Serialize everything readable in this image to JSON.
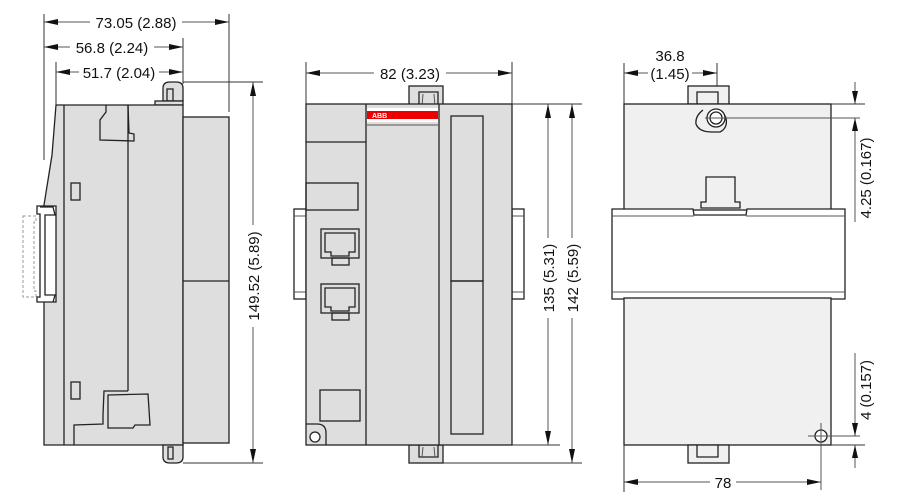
{
  "drawing": {
    "brand": "ABB",
    "colors": {
      "body": "#dedede",
      "face": "#f0f0f0",
      "brand_bar": "#ee0000",
      "line": "#222222"
    },
    "side_view": {
      "dim_overall_depth": "73.05 (2.88)",
      "dim_depth_2": "56.8 (2.24)",
      "dim_depth_3": "51.7 (2.04)",
      "dim_height": "149.52 (5.89)"
    },
    "front_view": {
      "dim_width": "82 (3.23)",
      "dim_height_body": "135 (5.31)",
      "dim_height_overall": "142 (5.59)"
    },
    "rear_view": {
      "dim_hole_offset_mm": "36.8",
      "dim_hole_offset_in": "(1.45)",
      "dim_top_hole": "4.25 (0.167)",
      "dim_bottom_hole": "4 (0.157)",
      "dim_hole_spacing": "78"
    }
  }
}
